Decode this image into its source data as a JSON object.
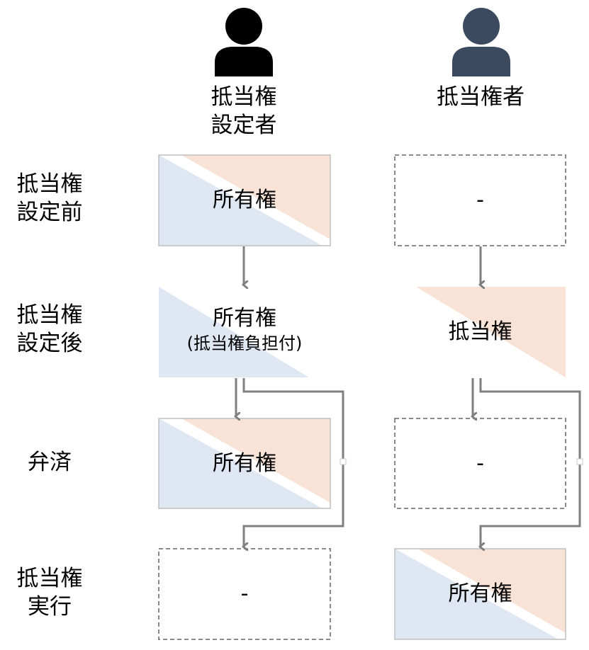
{
  "columns": {
    "setter": {
      "title_line1": "抵当権",
      "title_line2": "設定者",
      "icon": "person-icon",
      "icon_color": "#000000"
    },
    "holder": {
      "title": "抵当権者",
      "icon": "person-icon",
      "icon_color": "#3b4a5e"
    }
  },
  "rows": [
    {
      "label_line1": "抵当権",
      "label_line2": "設定前"
    },
    {
      "label_line1": "抵当権",
      "label_line2": "設定後"
    },
    {
      "label_line1": "弁済"
    },
    {
      "label_line1": "抵当権",
      "label_line2": "実行"
    }
  ],
  "boxes": {
    "r1_setter": {
      "text": "所有権"
    },
    "r1_holder": {
      "text": "-"
    },
    "r2_setter": {
      "text": "所有権",
      "sub": "(抵当権負担付)"
    },
    "r2_holder": {
      "text": "抵当権"
    },
    "r3_setter": {
      "text": "所有権"
    },
    "r3_holder": {
      "text": "-"
    },
    "r4_setter": {
      "text": "-"
    },
    "r4_holder": {
      "text": "所有権"
    }
  },
  "colors": {
    "blue_fill": "#dfe7f3",
    "peach_fill": "#f8e3d6",
    "box_border": "#bfbfbf",
    "dashed_border": "#8a8a8a",
    "arrow": "#7f7f7f"
  }
}
